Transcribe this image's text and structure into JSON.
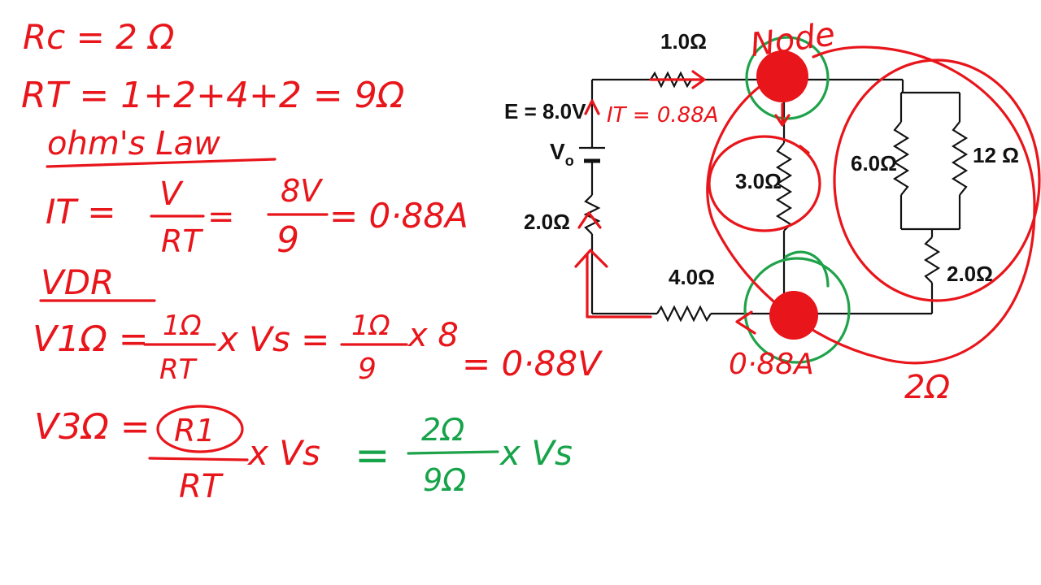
{
  "colors": {
    "ink_red": "#e8151b",
    "ink_green": "#1fa24a",
    "circuit": "#111111",
    "background": "#ffffff"
  },
  "notes": {
    "rc": "Rc = 2 Ω",
    "rt_sum": "RT = 1+2+4+2 = 9Ω",
    "ohms_heading": "ohm's Law",
    "it_lhs": "IT =",
    "v_num": "V",
    "rt_den": "RT",
    "eq_sign": "=",
    "eight_v": "8V",
    "nine": "9",
    "it_result": "= 0·88A",
    "vdr_heading": "VDR",
    "v1_lhs": "V1Ω =",
    "one_ohm": "1Ω",
    "times_vs": "x Vs =",
    "one_ohm_b": "1Ω",
    "times_8": "x 8",
    "nine_b": "9",
    "v1_result": "= 0·88V",
    "v3_lhs": "V3Ω =",
    "r1": "R1",
    "rt_den_b": "RT",
    "times_vs_b": "x Vs",
    "green_eq": "=",
    "two_ohm": "2Ω",
    "nine_ohm": "9Ω",
    "times_vs_green": "x Vs"
  },
  "circuit": {
    "r_top": "1.0Ω",
    "emf": "E = 8.0V",
    "vo": "V",
    "vo_sub": "o",
    "r_left": "2.0Ω",
    "r_bottom": "4.0Ω",
    "r_mid": "3.0Ω",
    "r_p1": "6.0Ω",
    "r_p2": "12 Ω",
    "r_right": "2.0Ω"
  },
  "annotations": {
    "node": "Node",
    "it_current": "IT = 0.88A",
    "bottom_current": "0·88A",
    "two_ohm_right": "2Ω"
  }
}
